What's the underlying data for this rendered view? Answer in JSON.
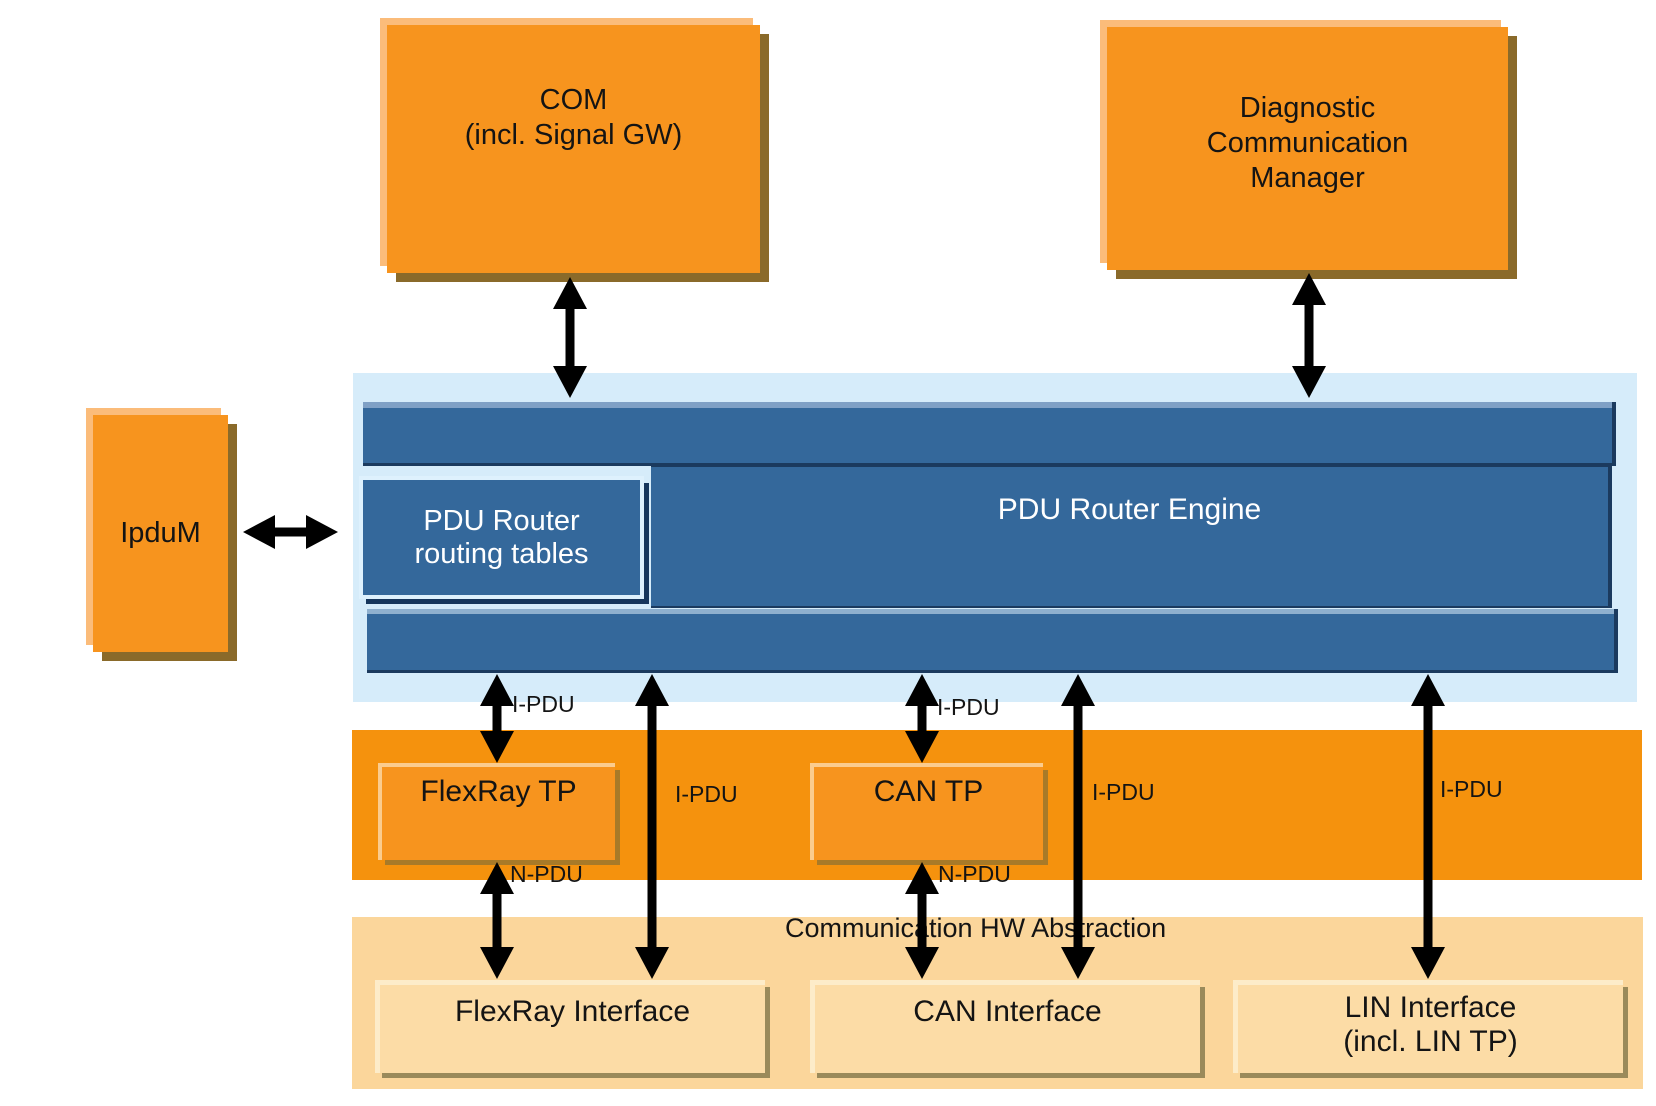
{
  "colors": {
    "bg": "#ffffff",
    "orange": "#F7941E",
    "band-orange": "#F5920D",
    "light-band": "#FBD69B",
    "orange-edge": "#FBBC7A",
    "orange-shadow": "#8a6a2a",
    "tp-edge": "#FBCC8E",
    "tp-shadow": "#A87A28",
    "panel": "#D6ECFA",
    "steel": "#34689B",
    "steel-light": "#7FA0C5",
    "steel-light2": "#8FB0CE",
    "navy": "#1B3A5E",
    "notch": "#DEF1FD",
    "if-fill": "#FCDCA6",
    "if-edge": "#FDECC9",
    "if-shadow": "#9A8A5A",
    "text": "#141414",
    "arrow": "#000000"
  },
  "boxes": {
    "com": {
      "line1": "COM",
      "line2": "(incl. Signal GW)"
    },
    "dcm": {
      "line1": "Diagnostic",
      "line2": "Communication",
      "line3": "Manager"
    },
    "ipdum": {
      "label": "IpduM"
    }
  },
  "pdu_router": {
    "routing_line1": "PDU Router",
    "routing_line2": "routing tables",
    "engine_label": "PDU Router Engine"
  },
  "transport": {
    "flexray_tp": "FlexRay TP",
    "can_tp": "CAN TP"
  },
  "hw": {
    "title": "Communication HW Abstraction",
    "flexray_if": "FlexRay Interface",
    "can_if": "CAN Interface",
    "lin_if_line1": "LIN Interface",
    "lin_if_line2": "(incl. LIN TP)"
  },
  "labels": {
    "ipdu_flexray_short": "I-PDU",
    "ipdu_can_short": "I-PDU",
    "ipdu_flexray_long": "I-PDU",
    "ipdu_can_long": "I-PDU",
    "ipdu_lin_long": "I-PDU",
    "npdu_flexray": "N-PDU",
    "npdu_can": "N-PDU"
  }
}
